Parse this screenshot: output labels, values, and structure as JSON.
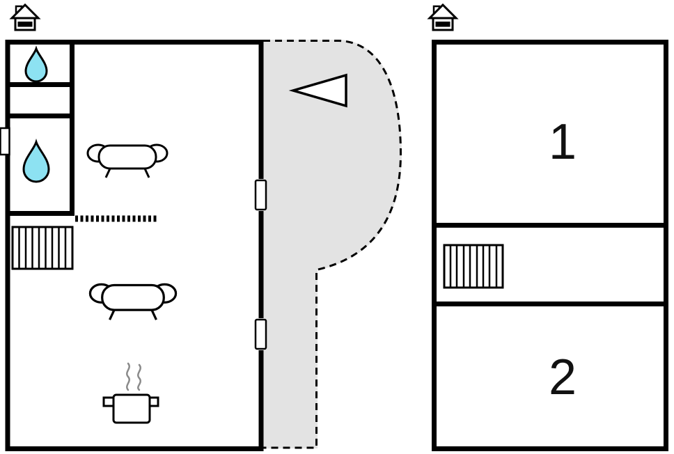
{
  "floorplan": {
    "type": "vacation-home-floor-plan",
    "right_building": {
      "room_labels": {
        "room1": "1",
        "room2": "2"
      }
    },
    "colors": {
      "wall": "#000000",
      "background": "#ffffff",
      "terrace_fill": "#e3e3e3",
      "terrace_border": "#000000",
      "water_drop_fill": "#8de2f2",
      "steam": "#8a8a8a"
    },
    "icons": {
      "house": "house-icon",
      "water_drop": "water-drop-icon",
      "sofa": "sofa-icon",
      "cooking_pot": "cooking-pot-icon",
      "stairs": "stairs-icon",
      "direction_triangle": "direction-arrow-icon",
      "door": "door-icon",
      "window": "window-icon"
    }
  }
}
